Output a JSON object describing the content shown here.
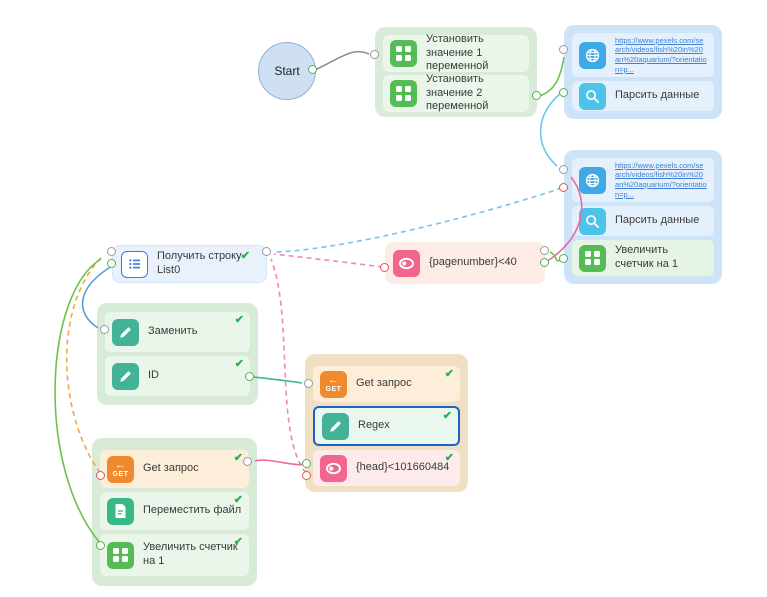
{
  "palette": {
    "canvas_bg": "#ffffff",
    "green_group_bg": "#d7ebd7",
    "blue_group_bg": "#cde4f8",
    "orange_group_bg": "#efe0c4",
    "peach_row_bg": "#fdeeda",
    "pink_row_bg": "#fdeaea",
    "selected_row_border": "#1c64c8",
    "check_green": "#27b24a",
    "port_success": "#53b253",
    "port_error": "#e25555",
    "edge_gray": "#8f8f8f",
    "edge_green": "#6cc24a",
    "edge_teal": "#45b39c",
    "edge_blue": "#5b9bd5",
    "edge_lightblue": "#6fc6ef",
    "edge_pink": "#f0699e",
    "edge_pink_dashed": "#f287ab",
    "edge_orange_dashed": "#f5a53c"
  },
  "glyphs": {
    "check": "✔",
    "get_arrow": "←",
    "get_badge": "GET"
  },
  "nodes": {
    "start": {
      "label": "Start"
    },
    "set_variables": {
      "rows": [
        {
          "icon": "grid-icon",
          "label": "Установить значение 1 переменной"
        },
        {
          "icon": "grid-icon",
          "label": "Установить значение 2 переменной"
        }
      ]
    },
    "fetch_first": {
      "rows": [
        {
          "icon": "globe-icon",
          "label": "https://www.pexels.com/search/videos/fish%20in%20an%20aquarium/?orientation=p..."
        },
        {
          "icon": "search-icon",
          "label": "Парсить данные"
        }
      ]
    },
    "fetch_loop": {
      "rows": [
        {
          "icon": "globe-icon",
          "label": "https://www.pexels.com/search/videos/fish%20in%20an%20aquarium/?orientation=p..."
        },
        {
          "icon": "search-icon",
          "label": "Парсить данные"
        },
        {
          "icon": "grid-icon",
          "label": "Увеличить счетчик на 1"
        }
      ]
    },
    "get_line": {
      "icon": "list-icon",
      "label": "Получить строку List0"
    },
    "page_condition": {
      "icon": "toggle-icon",
      "label": "{pagenumber}<40"
    },
    "edit_group": {
      "rows": [
        {
          "icon": "pencil-icon",
          "label": "Заменить"
        },
        {
          "icon": "pencil-icon",
          "label": "ID"
        }
      ]
    },
    "request_group": {
      "rows": [
        {
          "icon": "get-icon",
          "label": "Get запрос"
        },
        {
          "icon": "pencil-icon",
          "label": "Regex",
          "selected": true
        },
        {
          "icon": "toggle-icon",
          "label": "{head}<101660484"
        }
      ]
    },
    "download_group": {
      "rows": [
        {
          "icon": "get-icon",
          "label": "Get запрос"
        },
        {
          "icon": "file-icon",
          "label": "Переместить файл"
        },
        {
          "icon": "grid-icon",
          "label": "Увеличить счетчик на 1"
        }
      ]
    }
  }
}
